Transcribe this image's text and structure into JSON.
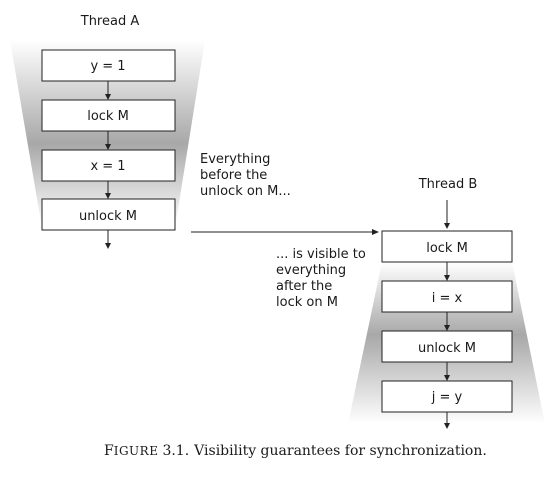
{
  "thread_a": {
    "title": "Thread A",
    "steps": [
      "y = 1",
      "lock M",
      "x = 1",
      "unlock M"
    ]
  },
  "thread_b": {
    "title": "Thread B",
    "steps": [
      "lock M",
      "i = x",
      "unlock M",
      "j = y"
    ]
  },
  "annotation_before": [
    "Everything",
    "before the",
    "unlock on M..."
  ],
  "annotation_after": [
    "... is visible to",
    "everything",
    "after the",
    "lock on M"
  ],
  "caption": {
    "label_big": "F",
    "label_small": "IGURE",
    "number": "3.1.",
    "text": "Visibility guarantees for synchronization."
  },
  "colors": {
    "gradient_dark": "#a8a8a8",
    "gradient_light": "#ffffff",
    "stroke": "#222222"
  }
}
